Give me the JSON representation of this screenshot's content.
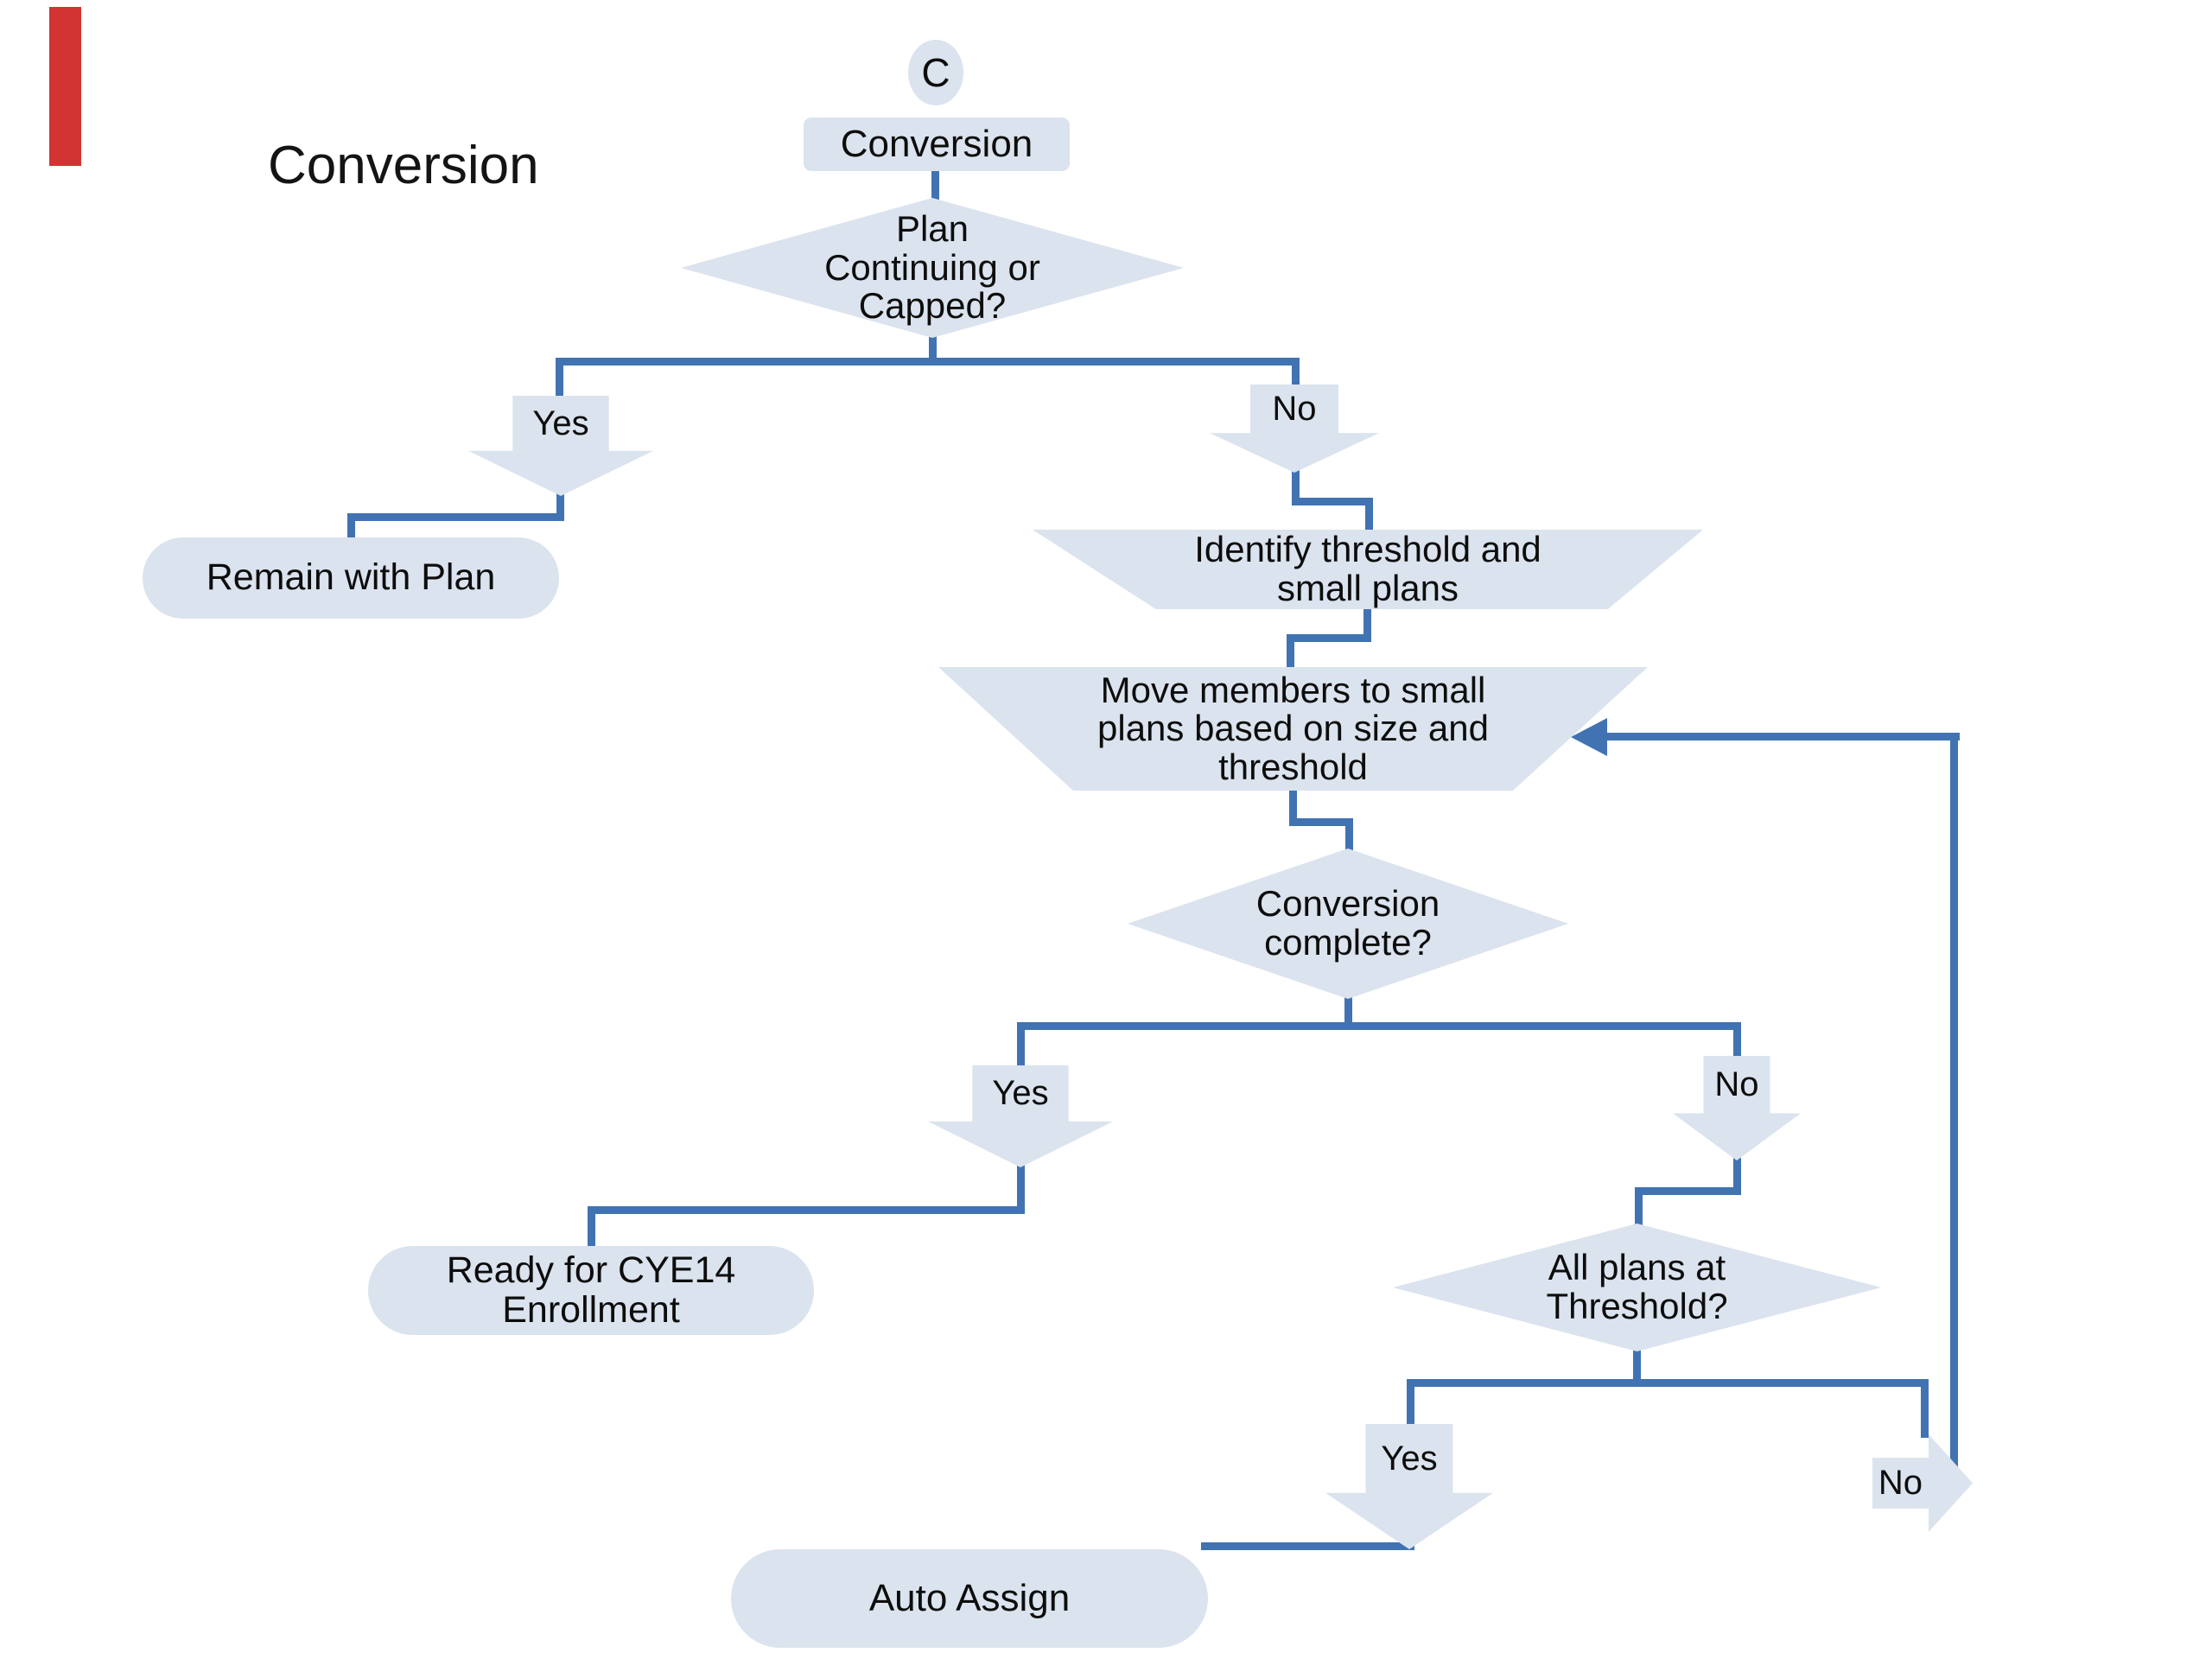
{
  "title": "Conversion",
  "colors": {
    "background": "#ffffff",
    "shape_fill": "#dbe3ee",
    "connector_blue": "#4173b2",
    "text": "#0d0d0d",
    "red_bar": "#d23434"
  },
  "nodes": {
    "start": {
      "label": "C"
    },
    "conversion": {
      "label": "Conversion"
    },
    "plan_decision": {
      "lines": [
        "Plan",
        "Continuing or",
        "Capped?"
      ]
    },
    "remain": {
      "label": "Remain with Plan"
    },
    "identify": {
      "lines": [
        "Identify threshold and",
        "small plans"
      ]
    },
    "move": {
      "lines": [
        "Move members to small",
        "plans based on size and",
        "threshold"
      ]
    },
    "complete_decision": {
      "lines": [
        "Conversion",
        "complete?"
      ]
    },
    "ready": {
      "lines": [
        "Ready for CYE14",
        "Enrollment"
      ]
    },
    "threshold_decision": {
      "lines": [
        "All plans at",
        "Threshold?"
      ]
    },
    "auto_assign": {
      "label": "Auto Assign"
    }
  },
  "branch_labels": {
    "plan_yes": "Yes",
    "plan_no": "No",
    "complete_yes": "Yes",
    "complete_no": "No",
    "threshold_yes": "Yes",
    "threshold_no": "No"
  }
}
